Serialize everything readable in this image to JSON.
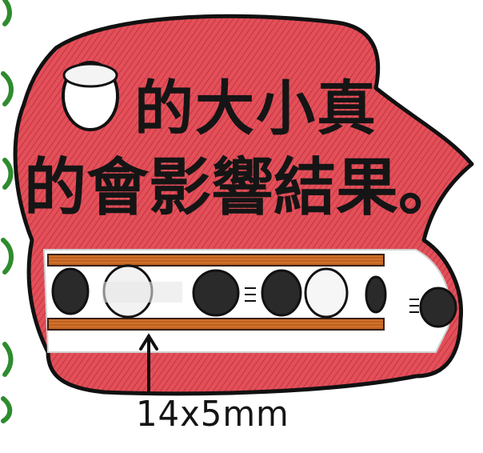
{
  "drawing": {
    "text_line_1": "的大小真",
    "text_line_2": "的會影響結果。",
    "dimension_label": "14x5mm"
  },
  "colors": {
    "bubble_fill": "#d9434c",
    "outline": "#111111",
    "strip_brown": "#c9641e",
    "bead_dark": "#2a2a2a",
    "vine_green": "#2e8b2e"
  }
}
